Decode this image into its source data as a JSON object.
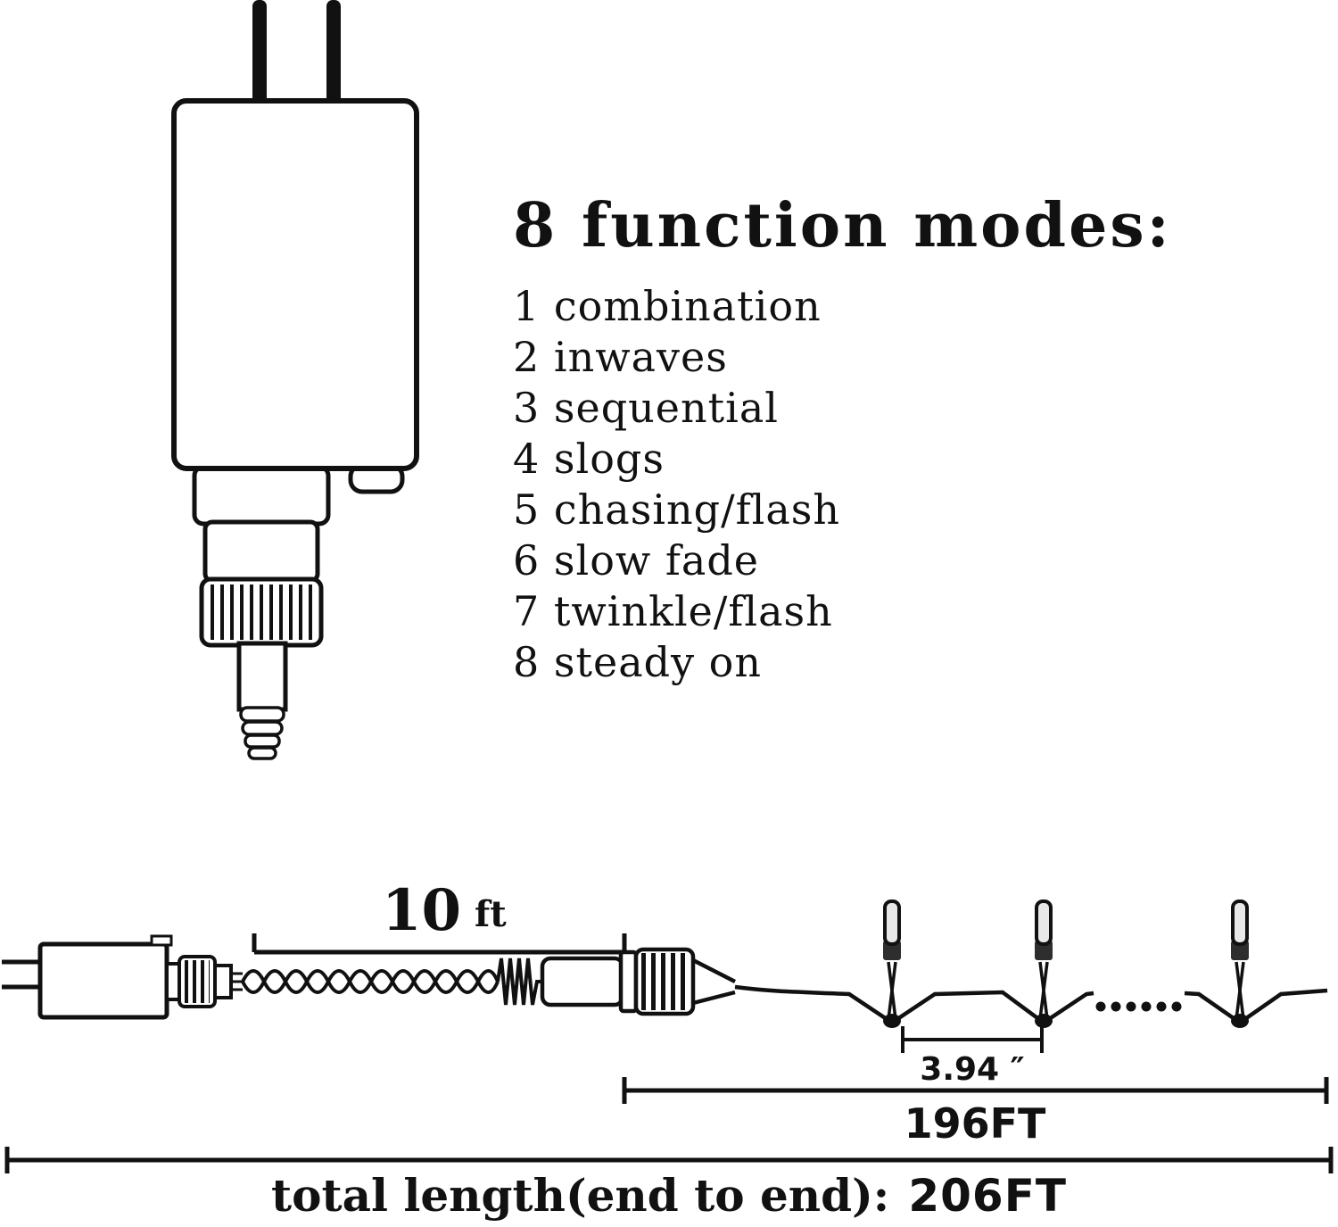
{
  "modes": {
    "title": "8 function modes:",
    "items": [
      "1 combination",
      "2 inwaves",
      "3 sequential",
      "4 slogs",
      "5 chasing/flash",
      "6 slow fade",
      "7 twinkle/flash",
      "8 steady on"
    ]
  },
  "diagram": {
    "lead_length_value": "10",
    "lead_length_unit": "ft",
    "bulb_spacing": "3.94 ″",
    "string_length": "196FT",
    "total_length_label": "total length(end to end):",
    "total_length_value": "206FT"
  },
  "colors": {
    "line": "#111111",
    "background": "#ffffff"
  }
}
